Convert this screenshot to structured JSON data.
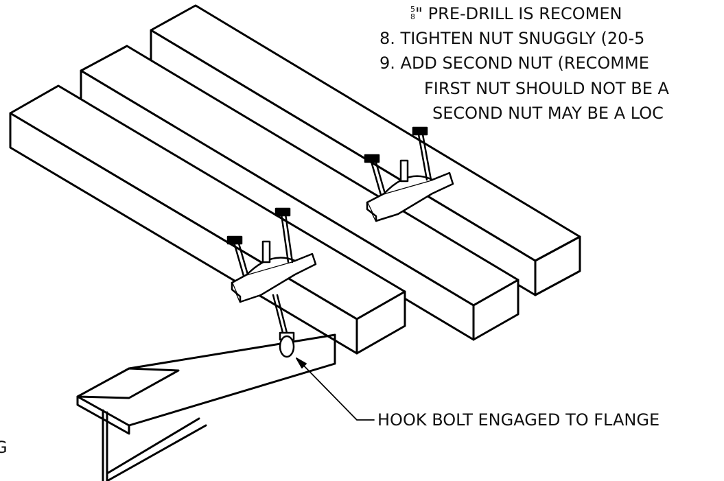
{
  "notes": {
    "line7_fraction_top": "5",
    "line7_fraction_bottom": "8",
    "line7_text": "\" PRE-DRILL IS RECOMEN",
    "line8": "8.  TIGHTEN NUT SNUGGLY (20-5",
    "line9": "9.  ADD SECOND NUT (RECOMME",
    "line9a": "FIRST NUT SHOULD NOT BE A",
    "line9b": "SECOND NUT MAY BE A LOC"
  },
  "callouts": {
    "hook_bolt": "HOOK BOLT ENGAGED TO FLANGE",
    "edge_fragment": "G"
  }
}
